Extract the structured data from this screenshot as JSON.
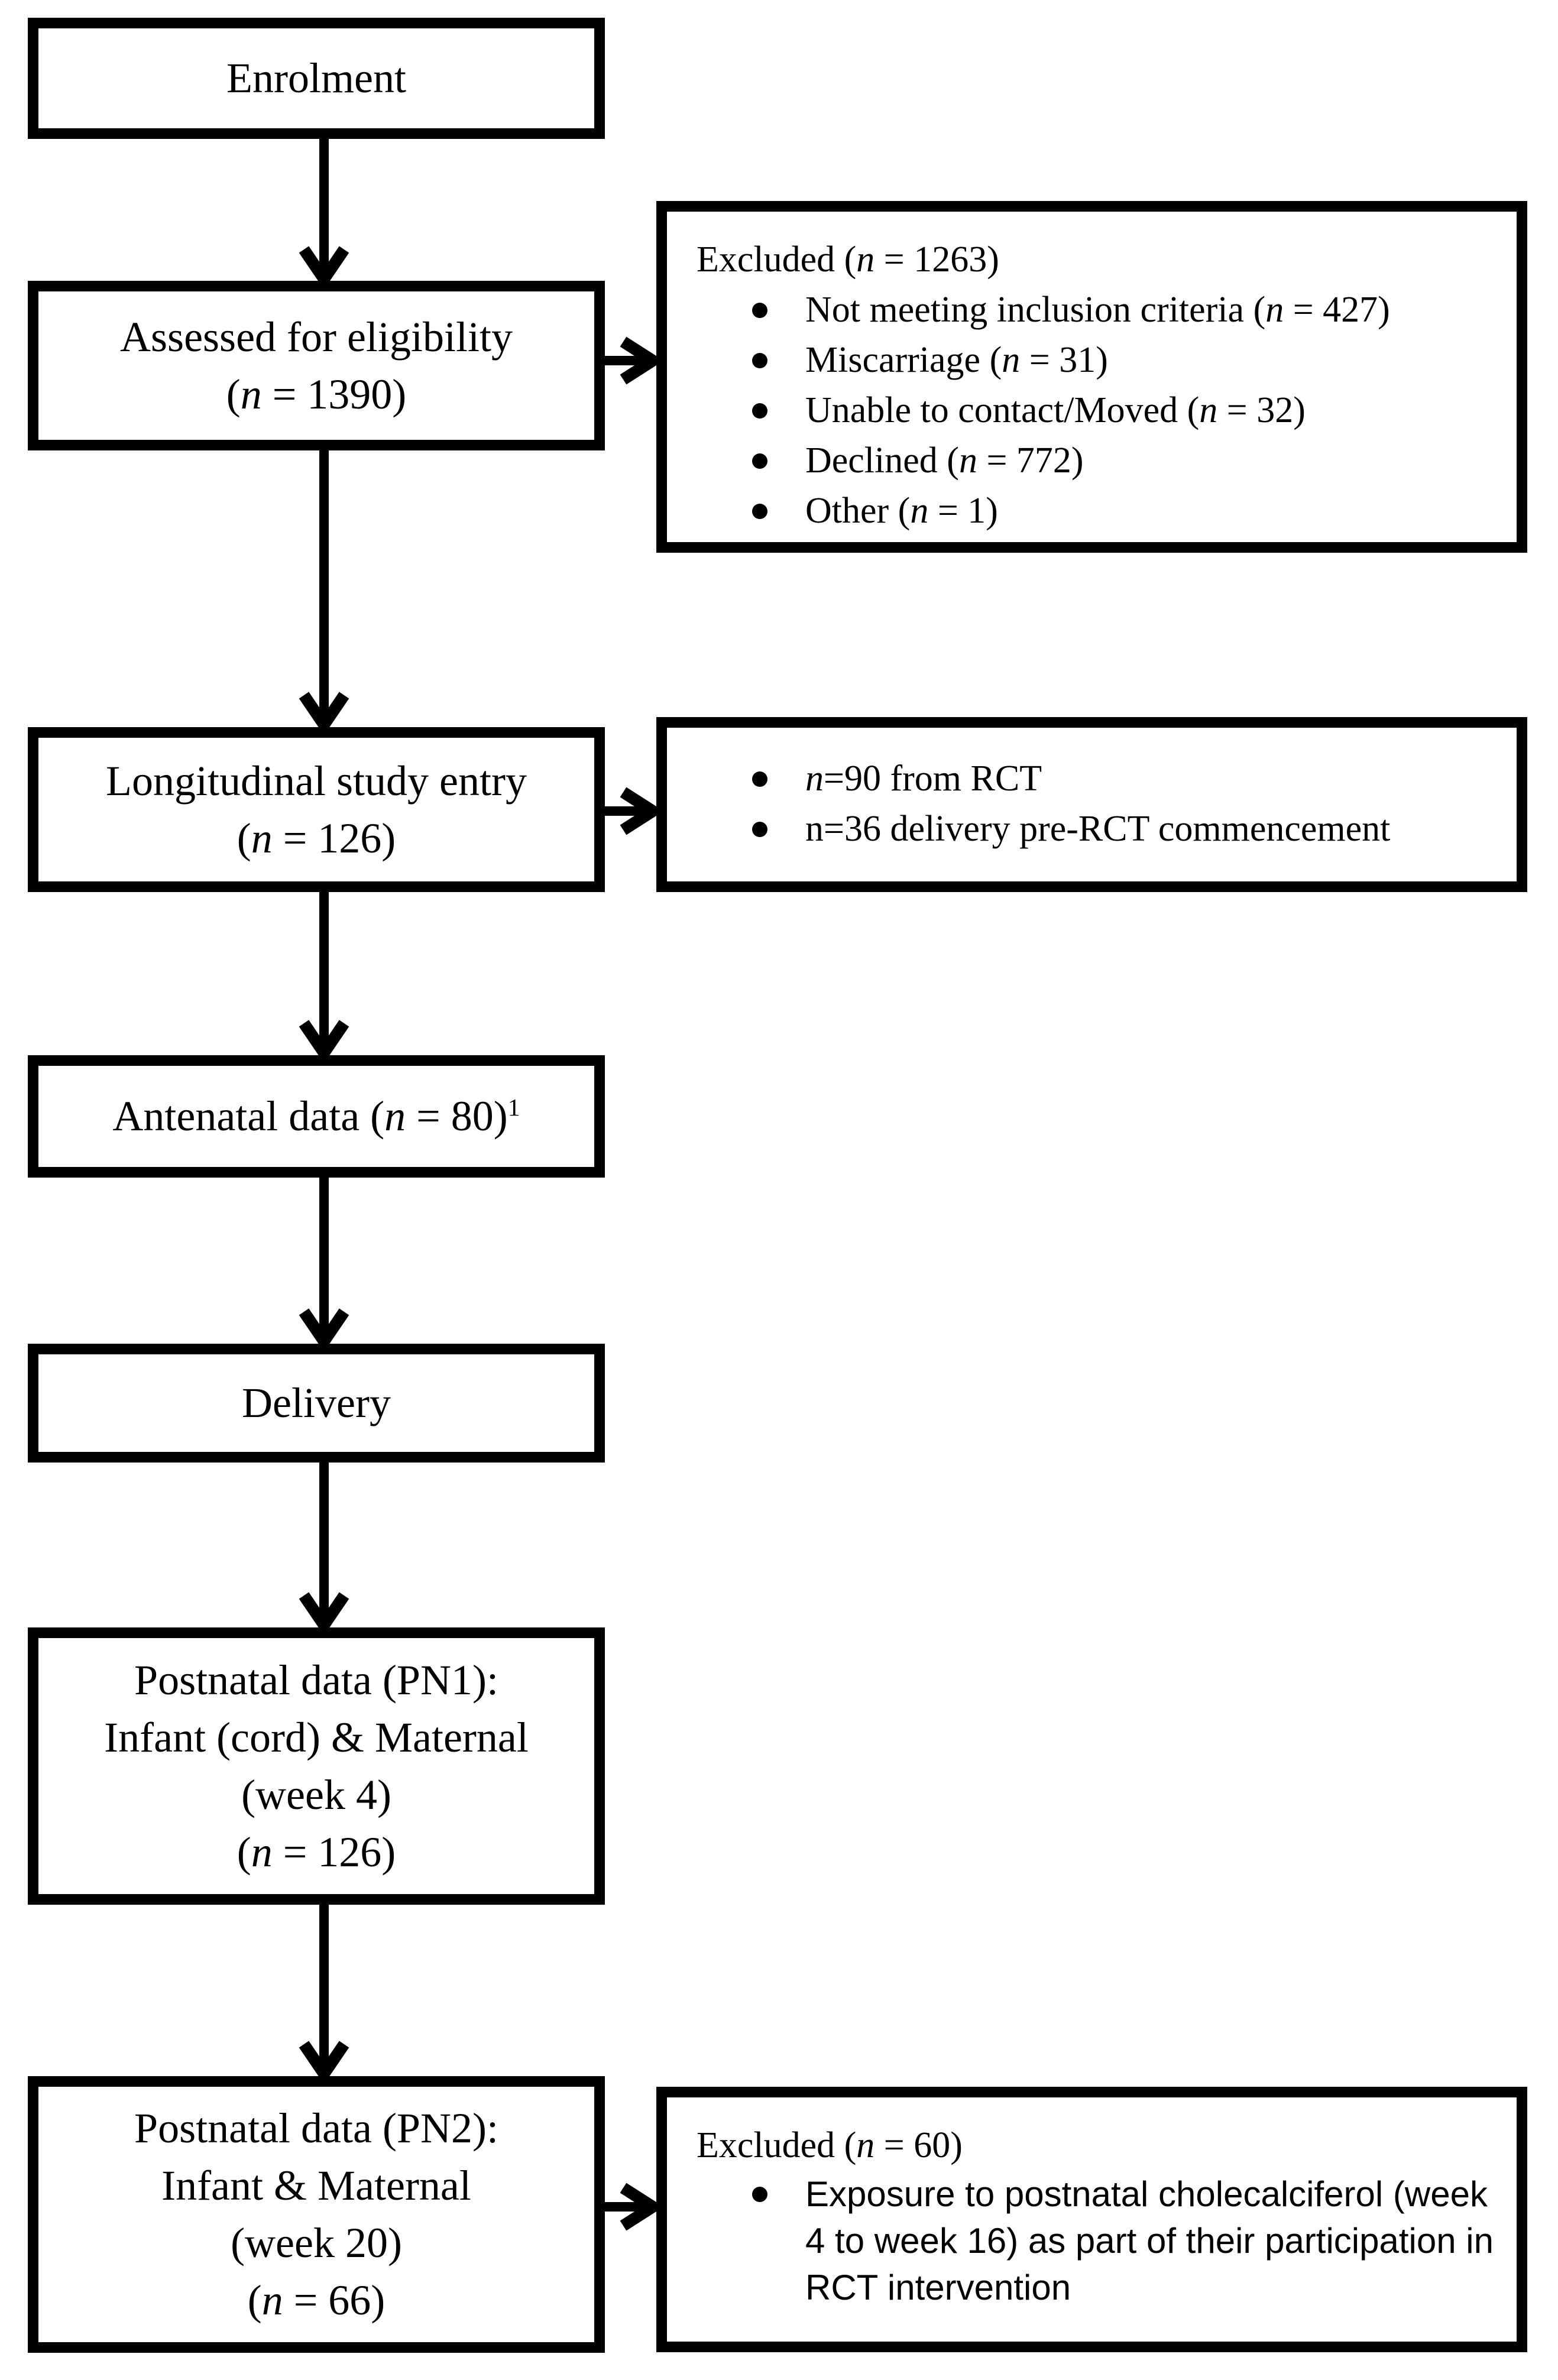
{
  "colors": {
    "ink": "#000000",
    "background": "#ffffff"
  },
  "flow": {
    "enrolment": {
      "label": "Enrolment"
    },
    "assessed": {
      "line1": "Assessed for eligibility",
      "line2": "(*n* = 1390)"
    },
    "excluded_eligibility": {
      "title": "Excluded (*n* = 1263)",
      "items": [
        "Not meeting inclusion criteria (*n* = 427)",
        "Miscarriage (*n* = 31)",
        "Unable to contact/Moved  (*n* = 32)",
        "Declined (*n* = 772)",
        "Other (*n* = 1)"
      ]
    },
    "longitudinal": {
      "line1": "Longitudinal study entry",
      "line2": "(*n* = 126)"
    },
    "rct_entry": {
      "items": [
        "*n*=90 from RCT",
        "n=36 delivery pre-RCT commencement"
      ]
    },
    "antenatal": {
      "label": "Antenatal data (*n* = 80)^1^"
    },
    "delivery": {
      "label": "Delivery"
    },
    "pn1": {
      "line1": "Postnatal data (PN1):",
      "line2": "Infant (cord) & Maternal",
      "line3": "(week 4)",
      "line4": "(*n* = 126)"
    },
    "pn2": {
      "line1": "Postnatal data (PN2):",
      "line2": "Infant & Maternal",
      "line3": "(week 20)",
      "line4": "(*n* = 66)"
    },
    "excluded_pn2": {
      "title": "Excluded (*n* = 60)",
      "items": [
        "Exposure to postnatal cholecalciferol (week 4 to week 16) as part of their participation in RCT intervention"
      ]
    }
  }
}
